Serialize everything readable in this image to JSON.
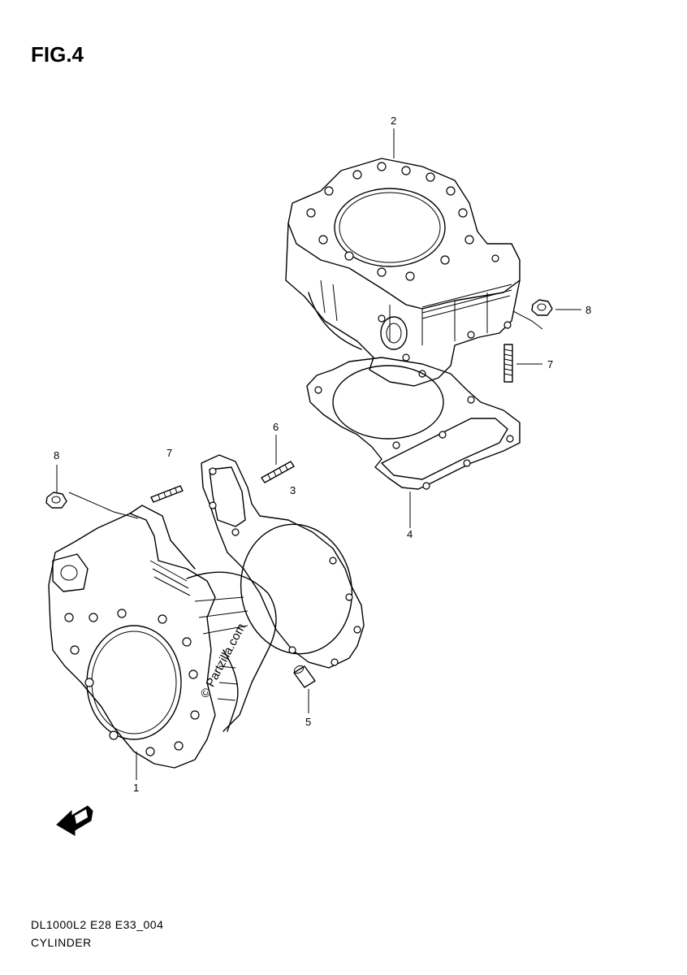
{
  "figure": {
    "title": "FIG.4",
    "code": "DL1000L2 E28 E33_004",
    "name": "CYLINDER",
    "watermark": "© Partzilla.com"
  },
  "callouts": [
    {
      "id": "1",
      "label": "1"
    },
    {
      "id": "2",
      "label": "2"
    },
    {
      "id": "3",
      "label": "3"
    },
    {
      "id": "4",
      "label": "4"
    },
    {
      "id": "5",
      "label": "5"
    },
    {
      "id": "6",
      "label": "6"
    },
    {
      "id": "7a",
      "label": "7"
    },
    {
      "id": "7b",
      "label": "7"
    },
    {
      "id": "8a",
      "label": "8"
    },
    {
      "id": "8b",
      "label": "8"
    }
  ],
  "icons": {
    "front_arrow": "front-direction-arrow-icon"
  }
}
